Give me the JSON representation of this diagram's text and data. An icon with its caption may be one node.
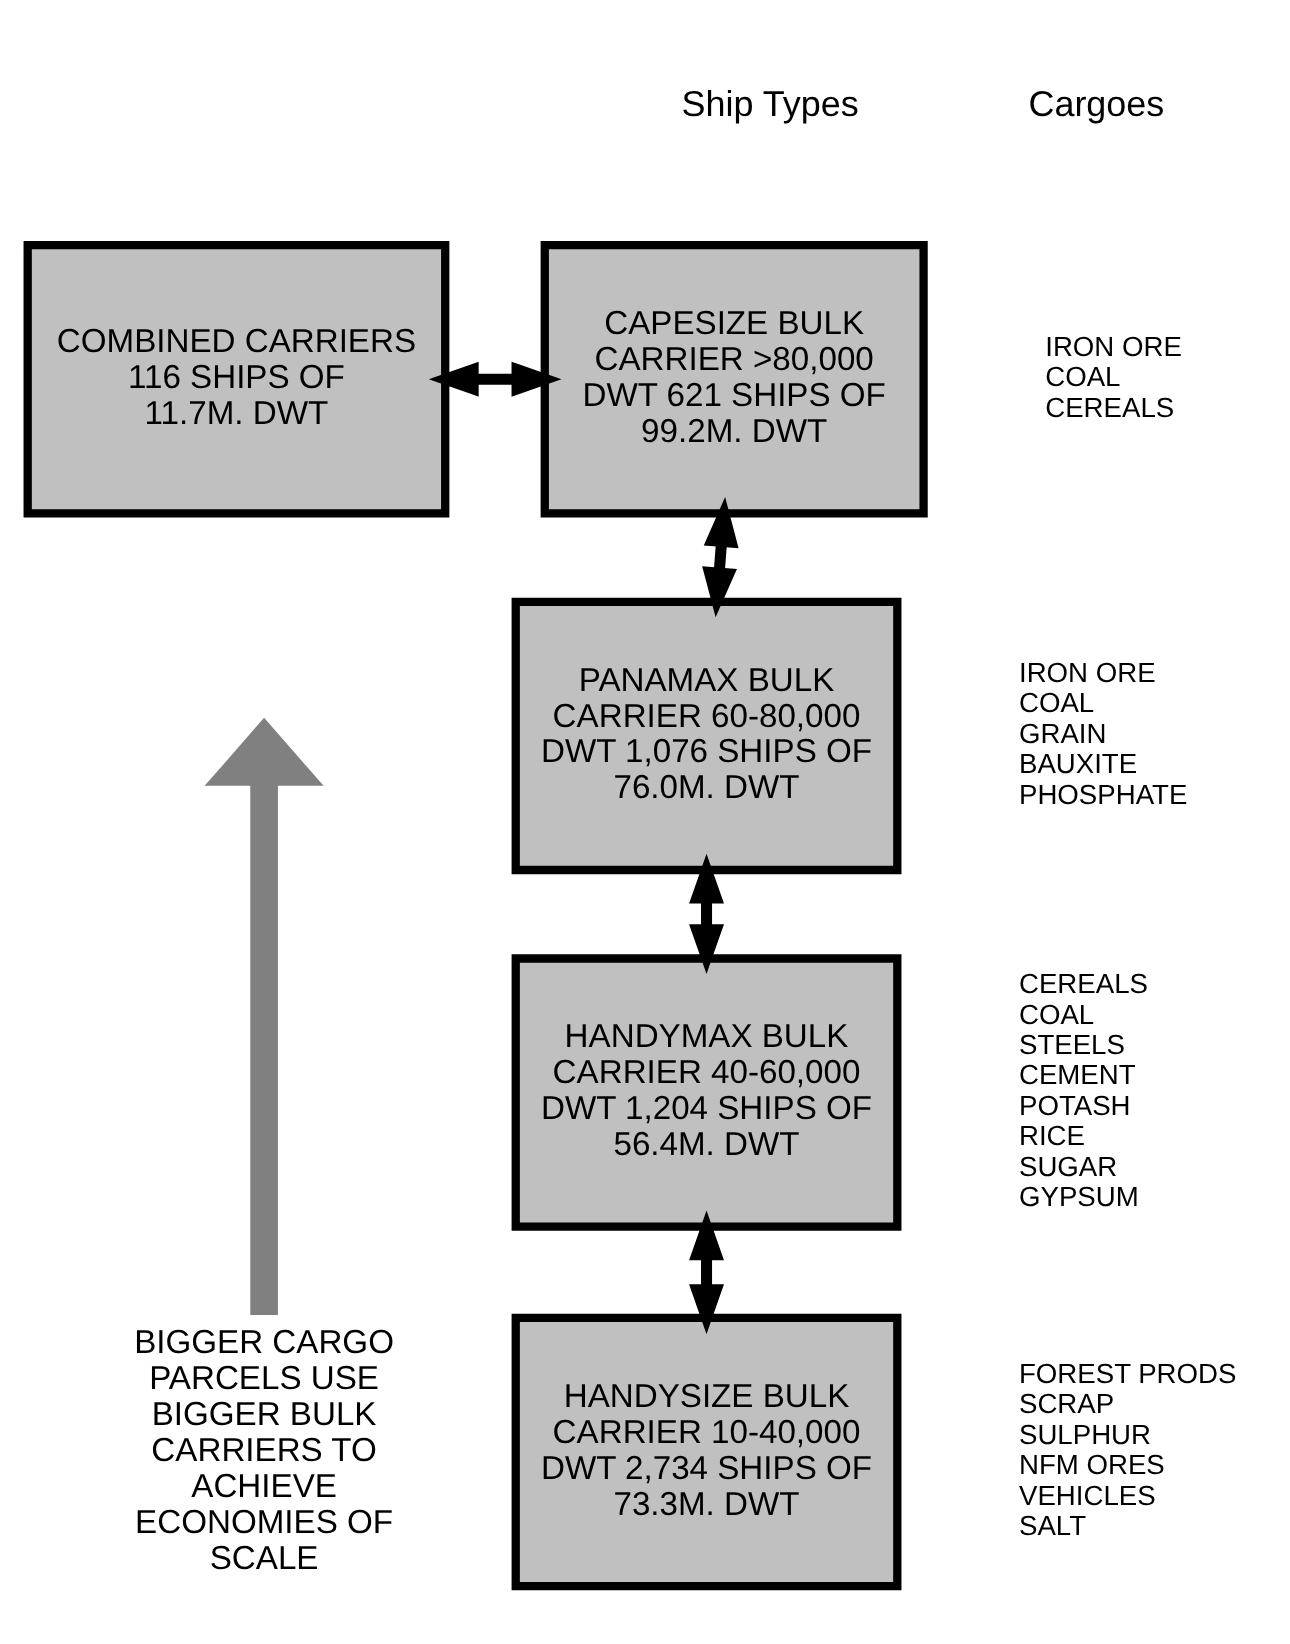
{
  "diagram": {
    "nodes": [
      {
        "text": [
          "COMBINED CARRIERS 116 SHIPS OF 11.7M. DWT"
        ]
      },
      {
        "text": [
          "CAPESIZE BULK CARRIER >80,000 DWT 621 SHIPS OF 99.2M. DWT"
        ],
        "beside": [
          "IRON ORE",
          "COAL",
          "CEREALS"
        ]
      },
      {
        "text": [
          "PANAMAX BULK CARRIER 60-80,000 DWT 1,076 SHIPS OF 76.0M. DWT"
        ],
        "beside": [
          "IRON ORE",
          "COAL",
          "GRAIN",
          "BAUXITE",
          "PHOSPHATE"
        ]
      },
      {
        "text": [
          "HANDYMAX BULK CARRIER 40-60,000 DWT 1,204 SHIPS OF 56.4M. DWT"
        ],
        "beside": [
          "CEREALS",
          "COAL",
          "STEELS",
          "CEMENT",
          "POTASH",
          "RICE",
          "SUGAR",
          "GYPSUM"
        ]
      },
      {
        "text": [
          "HANDYSIZE BULK CARRIER 10-40,000 DWT 2,734 SHIPS OF 73.3M. DWT"
        ],
        "beside": [
          "FOREST PRODS",
          "SCRAP",
          "SULPHUR",
          "NFM ORES",
          "VEHICLES",
          "SALT"
        ]
      }
    ],
    "edges": [
      {
        "from": 0,
        "to": 1,
        "arrow": "both"
      },
      {
        "from": 1,
        "to": 2,
        "arrow": "both"
      },
      {
        "from": 2,
        "to": 3,
        "arrow": "both"
      },
      {
        "from": 3,
        "to": 4,
        "arrow": "both"
      }
    ],
    "labels": [
      "Ship Types",
      "Cargoes",
      "BIGGER CARGO PARCELS USE BIGGER BULK CARRIERS TO ACHIEVE ECONOMIES OF SCALE"
    ]
  }
}
